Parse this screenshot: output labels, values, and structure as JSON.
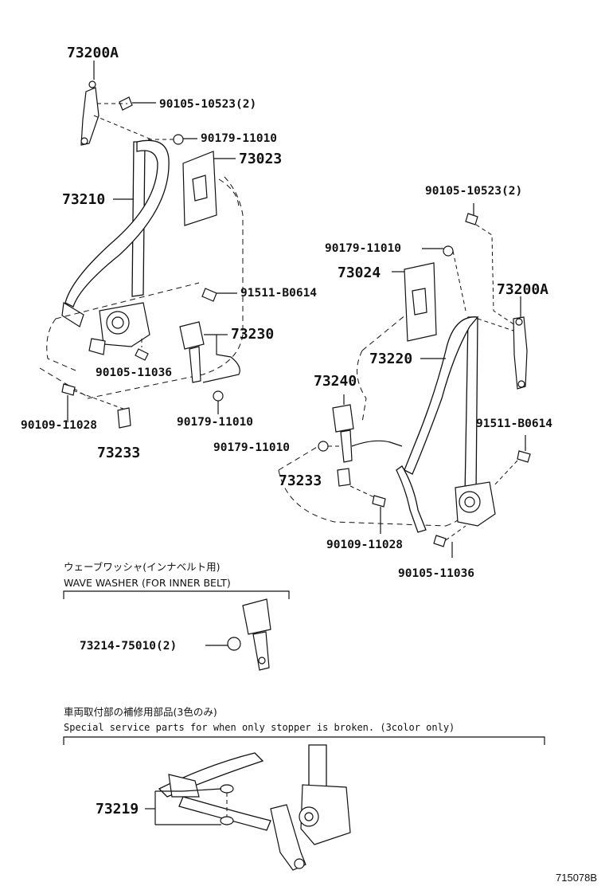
{
  "labels": {
    "l73200a_1": "73200A",
    "l90105_10523_1": "90105-10523(2)",
    "l90179_11010_1": "90179-11010",
    "l73023": "73023",
    "l73210": "73210",
    "l91511_b0614_1": "91511-B0614",
    "l73230": "73230",
    "l90105_11036_1": "90105-11036",
    "l90109_11028_1": "90109-11028",
    "l90179_11010_2": "90179-11010",
    "l73233_1": "73233",
    "l90105_10523_2": "90105-10523(2)",
    "l90179_11010_3": "90179-11010",
    "l73024": "73024",
    "l73200a_2": "73200A",
    "l73220": "73220",
    "l73240": "73240",
    "l91511_b0614_2": "91511-B0614",
    "l90179_11010_4": "90179-11010",
    "l73233_2": "73233",
    "l90109_11028_2": "90109-11028",
    "l90105_11036_2": "90105-11036",
    "l73214": "73214-75010(2)",
    "l73219": "73219"
  },
  "captions": {
    "wave_jp": "ウェーブワッシャ(インナベルト用)",
    "wave_en": "WAVE WASHER (FOR INNER BELT)",
    "special_jp": "車両取付部の補修用部品(3色のみ)",
    "special_en": "Special service parts for when only stopper is broken. (3color only)"
  },
  "diagram_code": "715078B"
}
